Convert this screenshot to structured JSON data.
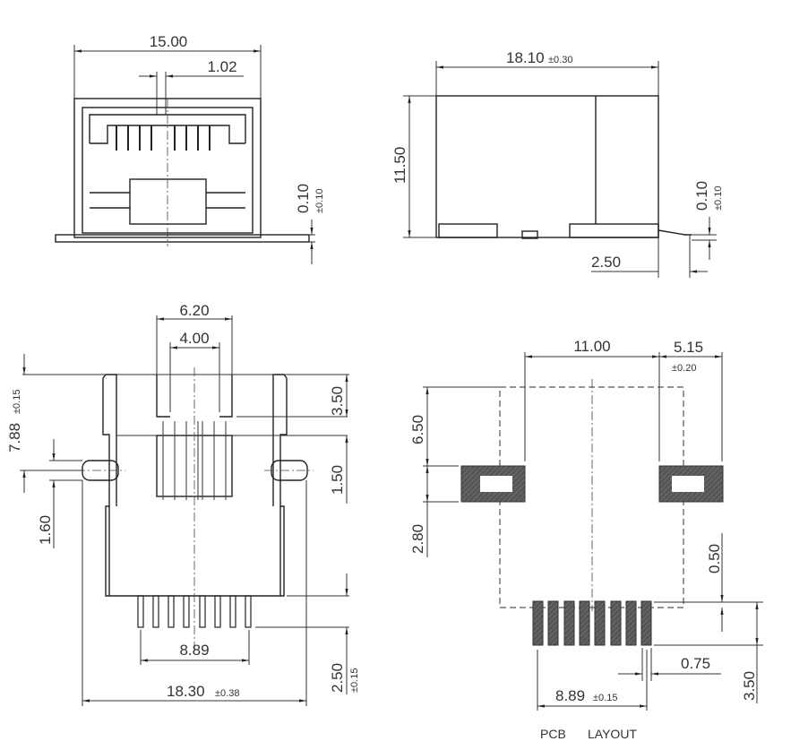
{
  "title": "PCB LAYOUT",
  "front_view": {
    "width": "15.00",
    "pitch": "1.02",
    "standoff": "0.10",
    "standoff_tol": "±0.10"
  },
  "side_view": {
    "length": "18.10",
    "length_tol": "±0.30",
    "height": "11.50",
    "standoff": "0.10",
    "standoff_tol": "±0.10",
    "lead": "2.50"
  },
  "bottom_view": {
    "opening": "6.20",
    "inner": "4.00",
    "overall_h": "7.88",
    "overall_h_tol": "±0.15",
    "d1": "3.50",
    "d2": "1.50",
    "peg": "1.60",
    "pin_span": "8.89",
    "pin_len": "2.50",
    "pin_len_tol": "±0.15",
    "width": "18.30",
    "width_tol": "±0.38"
  },
  "pcb_layout": {
    "pad_spacing": "11.00",
    "pad_offset": "5.15",
    "pad_offset_tol": "±0.20",
    "d_650": "6.50",
    "d_280": "2.80",
    "d_050": "0.50",
    "d_350": "3.50",
    "pad_width": "0.75",
    "pin_span": "8.89",
    "pin_span_tol": "±0.15",
    "label_pcb": "PCB",
    "label_layout": "LAYOUT"
  }
}
